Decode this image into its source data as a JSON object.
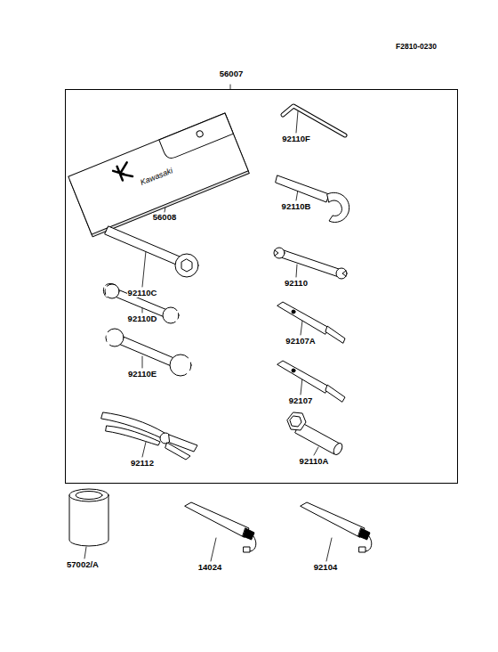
{
  "diagram": {
    "nodes": [
      {
        "text": [
          "56007"
        ]
      }
    ],
    "labels": [
      "F2810-0230",
      "Kawasaki",
      "56008",
      "92110F",
      "92110B",
      "92110C",
      "92110",
      "92110D",
      "92107A",
      "92110E",
      "92107",
      "92112",
      "92110A",
      "57002/A",
      "14024",
      "92104"
    ]
  }
}
